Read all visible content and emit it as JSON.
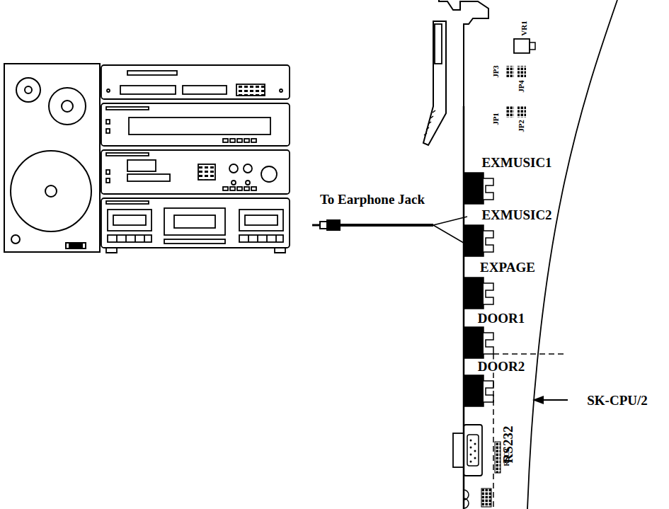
{
  "diagram": {
    "labels": [
      "To Earphone Jack",
      "EXMUSIC1",
      "EXMUSIC2",
      "EXPAGE",
      "DOOR1",
      "DOOR2",
      "SK-CPU/2",
      "RS232",
      "RSC2",
      "JP1",
      "JP2",
      "JP3",
      "JP4",
      "VR1"
    ]
  }
}
